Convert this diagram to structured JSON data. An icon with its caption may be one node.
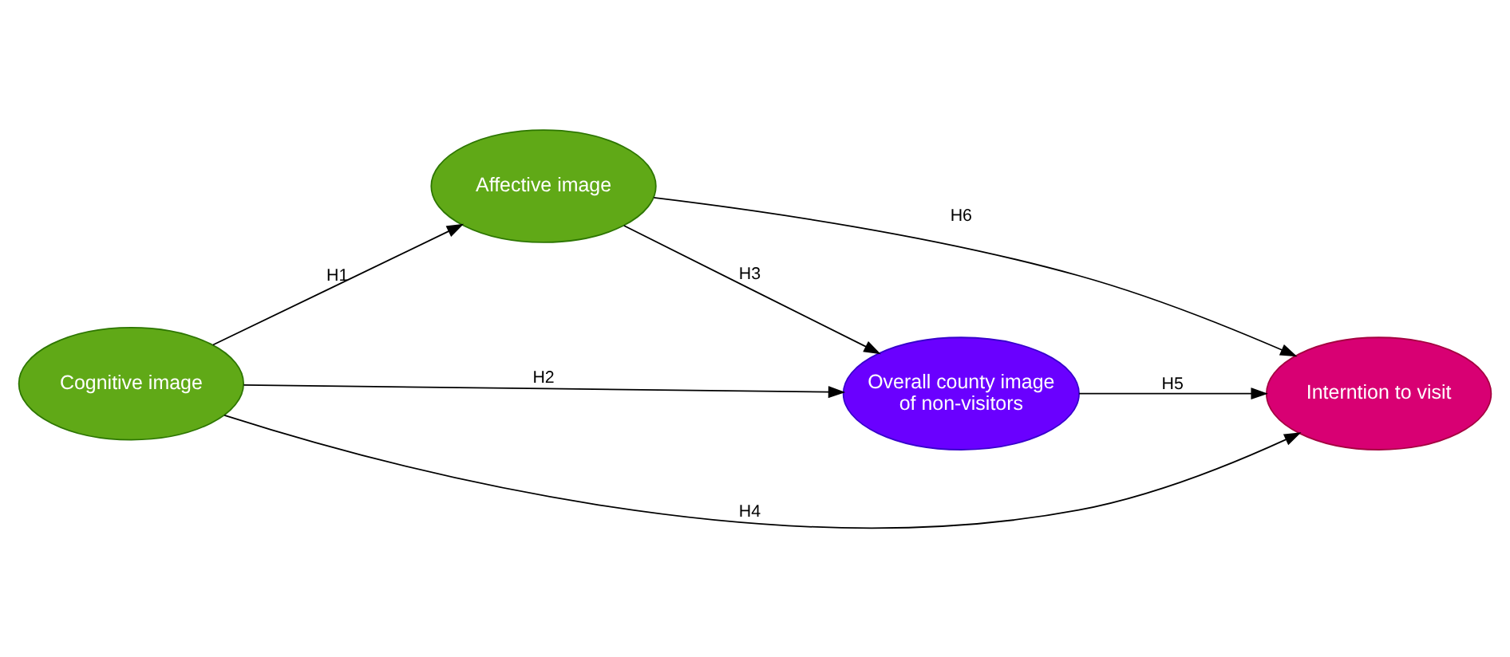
{
  "diagram": {
    "nodes": [
      {
        "text": [
          "Cognitive image"
        ]
      },
      {
        "text": [
          "Affective image"
        ]
      },
      {
        "text": [
          "Overall county image of non-visitors"
        ]
      },
      {
        "text": [
          "Interntion to visit"
        ]
      }
    ],
    "edges": [
      {
        "from": 0,
        "to": 1,
        "arrow": "to",
        "label": "H1"
      },
      {
        "from": 0,
        "to": 2,
        "arrow": "to",
        "label": "H2"
      },
      {
        "from": 1,
        "to": 2,
        "arrow": "to",
        "label": "H3"
      },
      {
        "from": 0,
        "to": 3,
        "arrow": "to",
        "label": "H4"
      },
      {
        "from": 2,
        "to": 3,
        "arrow": "to",
        "label": "H5"
      },
      {
        "from": 1,
        "to": 3,
        "arrow": "to",
        "label": "H6"
      }
    ]
  }
}
